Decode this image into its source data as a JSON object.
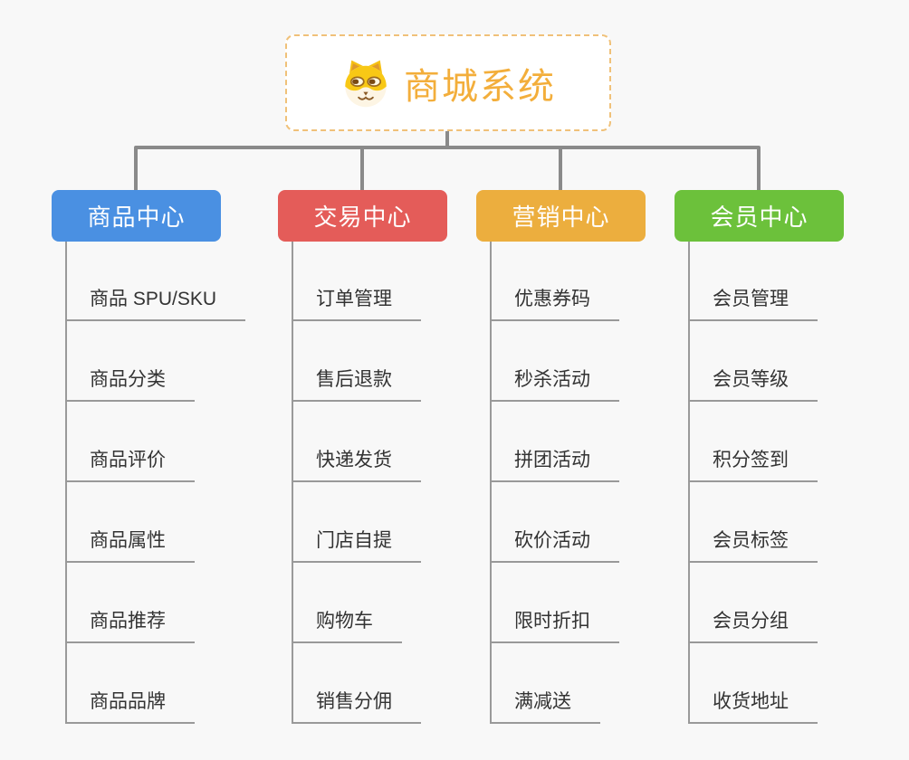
{
  "root": {
    "title": "商城系统",
    "icon": "dog-face-icon",
    "text_color": "#f3ae3b",
    "border_color": "#f0c179"
  },
  "connector_color": "#8a8a8a",
  "branches": [
    {
      "label": "商品中心",
      "color": "#4a90e2",
      "children": [
        "商品 SPU/SKU",
        "商品分类",
        "商品评价",
        "商品属性",
        "商品推荐",
        "商品品牌"
      ]
    },
    {
      "label": "交易中心",
      "color": "#e45c59",
      "children": [
        "订单管理",
        "售后退款",
        "快递发货",
        "门店自提",
        "购物车",
        "销售分佣"
      ]
    },
    {
      "label": "营销中心",
      "color": "#ecae3e",
      "children": [
        "优惠券码",
        "秒杀活动",
        "拼团活动",
        "砍价活动",
        "限时折扣",
        "满减送"
      ]
    },
    {
      "label": "会员中心",
      "color": "#6cc13b",
      "children": [
        "会员管理",
        "会员等级",
        "积分签到",
        "会员标签",
        "会员分组",
        "收货地址"
      ]
    }
  ]
}
